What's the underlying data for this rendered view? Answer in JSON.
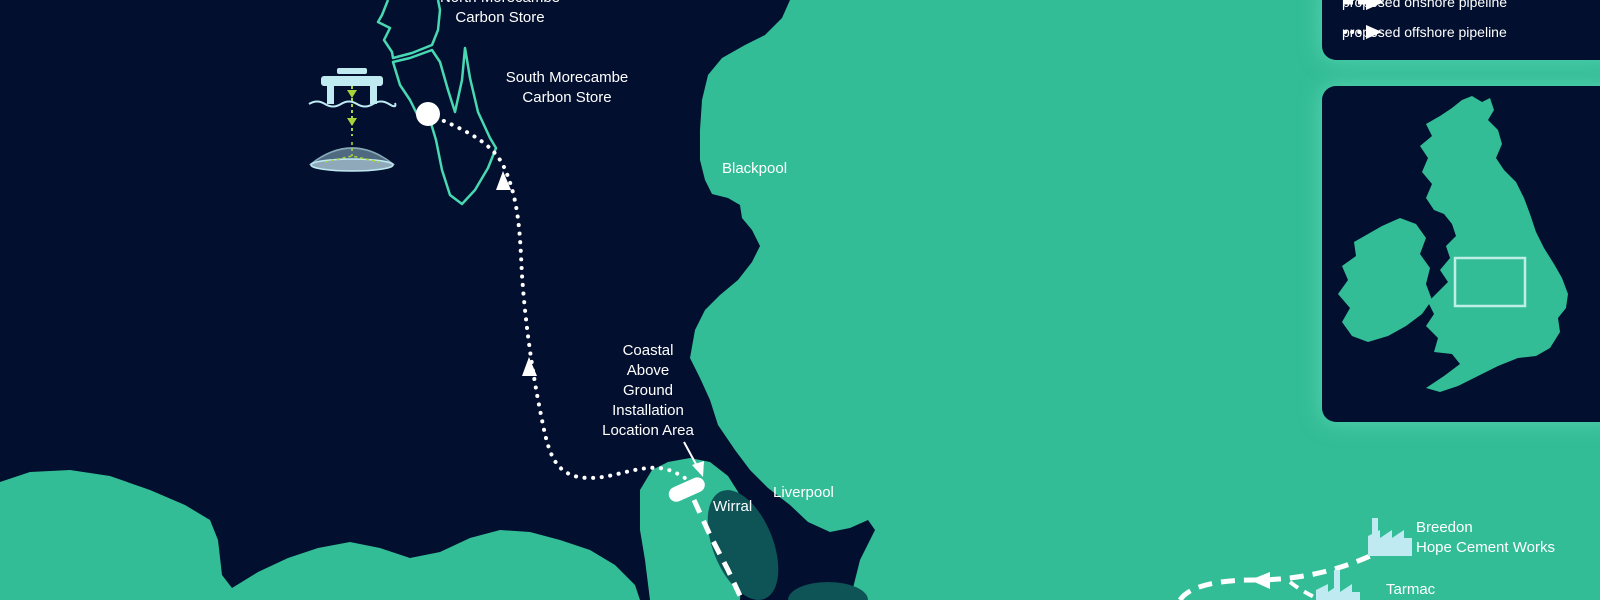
{
  "colors": {
    "sea": "#020f2e",
    "land": "#33bd97",
    "land_dark": "#0e5356",
    "outline": "#48d8b2",
    "inset_box": "#bfeee6",
    "icon": "#bfeaf2",
    "pipeline": "#ffffff"
  },
  "labels": {
    "north_store": [
      "North Morecambe",
      "Carbon Store"
    ],
    "south_store": [
      "South Morecambe",
      "Carbon Store"
    ],
    "blackpool": "Blackpool",
    "coastal_agi": [
      "Coastal",
      "Above",
      "Ground",
      "Installation",
      "Location Area"
    ],
    "wirral": "Wirral",
    "liverpool": "Liverpool",
    "breedon": [
      "Breedon",
      "Hope Cement Works"
    ],
    "tarmac": "Tarmac"
  },
  "legend": {
    "onshore": "proposed onshore pipeline",
    "offshore": "proposed offshore pipeline"
  },
  "icons": {
    "platform": "offshore-platform-icon",
    "reservoir": "reservoir-dome-icon",
    "factory": "factory-icon"
  }
}
